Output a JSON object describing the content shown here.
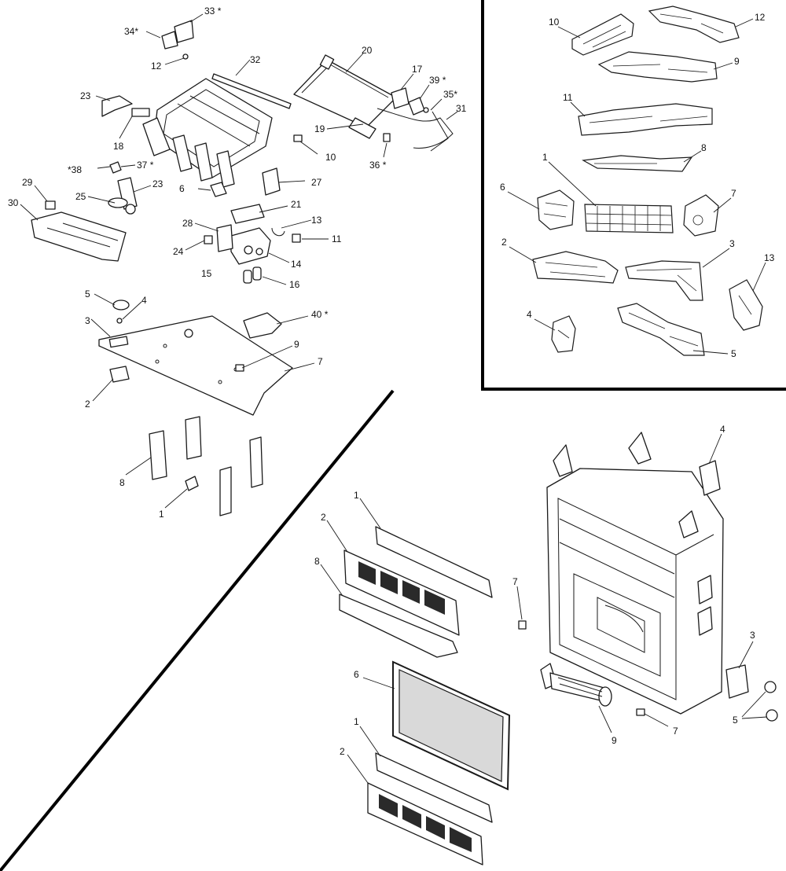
{
  "marker": "*",
  "sections": {
    "burner_assembly": {
      "callouts": [
        {
          "id": "p33",
          "text": "33",
          "starred": true
        },
        {
          "id": "p34",
          "text": "34",
          "starred": true
        },
        {
          "id": "p12",
          "text": "12",
          "starred": false
        },
        {
          "id": "p32",
          "text": "32",
          "starred": false
        },
        {
          "id": "p20",
          "text": "20",
          "starred": false
        },
        {
          "id": "p17",
          "text": "17",
          "starred": false
        },
        {
          "id": "p39",
          "text": "39",
          "starred": true
        },
        {
          "id": "p35",
          "text": "35",
          "starred": true
        },
        {
          "id": "p31",
          "text": "31",
          "starred": false
        },
        {
          "id": "p23a",
          "text": "23",
          "starred": false
        },
        {
          "id": "p18",
          "text": "18",
          "starred": false
        },
        {
          "id": "p19",
          "text": "19",
          "starred": false
        },
        {
          "id": "p10",
          "text": "10",
          "starred": false
        },
        {
          "id": "p36",
          "text": "36",
          "starred": true
        },
        {
          "id": "p38",
          "text": "38",
          "starred": true
        },
        {
          "id": "p37",
          "text": "37",
          "starred": true
        },
        {
          "id": "p29",
          "text": "29",
          "starred": false
        },
        {
          "id": "p23b",
          "text": "23",
          "starred": false
        },
        {
          "id": "p25",
          "text": "25",
          "starred": false
        },
        {
          "id": "p6",
          "text": "6",
          "starred": false
        },
        {
          "id": "p27",
          "text": "27",
          "starred": false
        },
        {
          "id": "p30",
          "text": "30",
          "starred": false
        },
        {
          "id": "p21",
          "text": "21",
          "starred": false
        },
        {
          "id": "p28",
          "text": "28",
          "starred": false
        },
        {
          "id": "p13",
          "text": "13",
          "starred": false
        },
        {
          "id": "p24",
          "text": "24",
          "starred": false
        },
        {
          "id": "p11",
          "text": "11",
          "starred": false
        },
        {
          "id": "p14",
          "text": "14",
          "starred": false
        },
        {
          "id": "p15",
          "text": "15",
          "starred": false
        },
        {
          "id": "p16",
          "text": "16",
          "starred": false
        },
        {
          "id": "b5",
          "text": "5",
          "starred": false
        },
        {
          "id": "b4",
          "text": "4",
          "starred": false
        },
        {
          "id": "b40",
          "text": "40",
          "starred": true
        },
        {
          "id": "b3",
          "text": "3",
          "starred": false
        },
        {
          "id": "b9",
          "text": "9",
          "starred": false
        },
        {
          "id": "b7",
          "text": "7",
          "starred": false
        },
        {
          "id": "b2",
          "text": "2",
          "starred": false
        },
        {
          "id": "b8",
          "text": "8",
          "starred": false
        },
        {
          "id": "b1",
          "text": "1",
          "starred": false
        }
      ]
    },
    "log_set": {
      "callouts": [
        {
          "id": "l10",
          "text": "10"
        },
        {
          "id": "l12",
          "text": "12"
        },
        {
          "id": "l9",
          "text": "9"
        },
        {
          "id": "l11",
          "text": "11"
        },
        {
          "id": "l8",
          "text": "8"
        },
        {
          "id": "l1",
          "text": "1"
        },
        {
          "id": "l6",
          "text": "6"
        },
        {
          "id": "l7",
          "text": "7"
        },
        {
          "id": "l2",
          "text": "2"
        },
        {
          "id": "l3",
          "text": "3"
        },
        {
          "id": "l13",
          "text": "13"
        },
        {
          "id": "l4",
          "text": "4"
        },
        {
          "id": "l5",
          "text": "5"
        }
      ]
    },
    "firebox_front": {
      "callouts": [
        {
          "id": "f1a",
          "text": "1"
        },
        {
          "id": "f2a",
          "text": "2"
        },
        {
          "id": "f8",
          "text": "8"
        },
        {
          "id": "f7a",
          "text": "7"
        },
        {
          "id": "f6",
          "text": "6"
        },
        {
          "id": "f1b",
          "text": "1"
        },
        {
          "id": "f2b",
          "text": "2"
        },
        {
          "id": "f4",
          "text": "4"
        },
        {
          "id": "f3",
          "text": "3"
        },
        {
          "id": "f9",
          "text": "9"
        },
        {
          "id": "f7b",
          "text": "7"
        },
        {
          "id": "f5",
          "text": "5"
        }
      ]
    }
  }
}
